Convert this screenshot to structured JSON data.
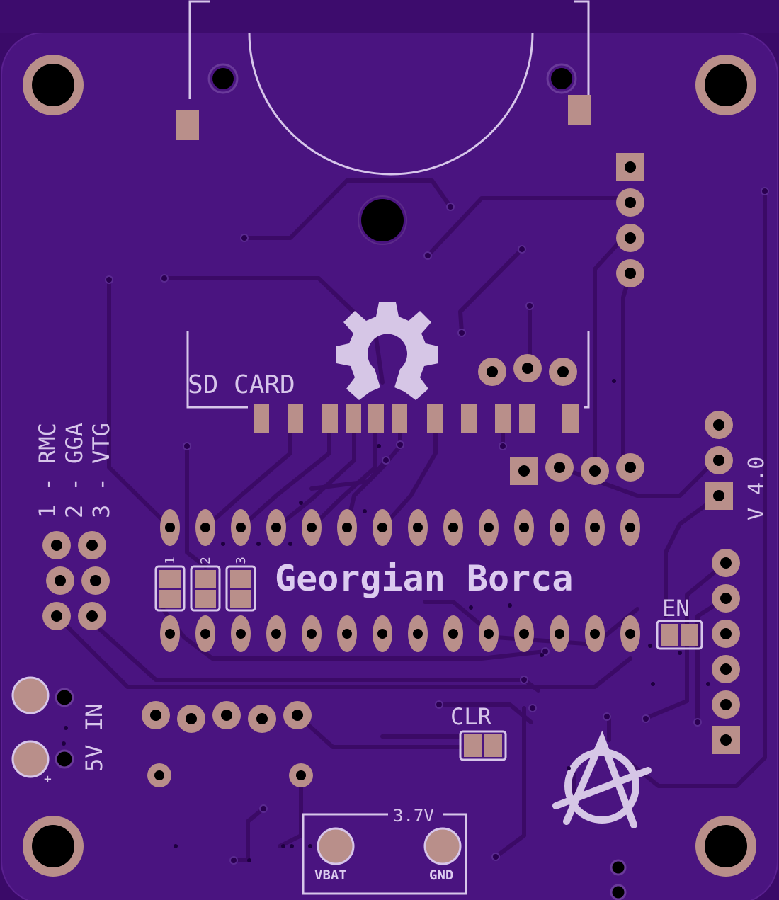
{
  "board": {
    "author": "Georgian Borca",
    "version": "V 4.0",
    "sd_card_label": "SD CARD",
    "input_label": "5V IN",
    "battery": {
      "voltage": "3.7V",
      "pin_left": "VBAT",
      "pin_right": "GND"
    },
    "jumper_labels": {
      "enable": "EN",
      "clear": "CLR"
    },
    "mode_options": [
      "1 - RMC",
      "2 - GGA",
      "3 - VTG"
    ],
    "mode_jumper_numbers": [
      "1",
      "2",
      "3"
    ],
    "plus_marker": "+",
    "logos": [
      "open-hardware-gear-icon",
      "anarchy-symbol-icon"
    ],
    "colors": {
      "board": "#4a1480",
      "pad": "#b98f8a",
      "silkscreen": "#d7c6ea",
      "hole": "#000000"
    }
  }
}
